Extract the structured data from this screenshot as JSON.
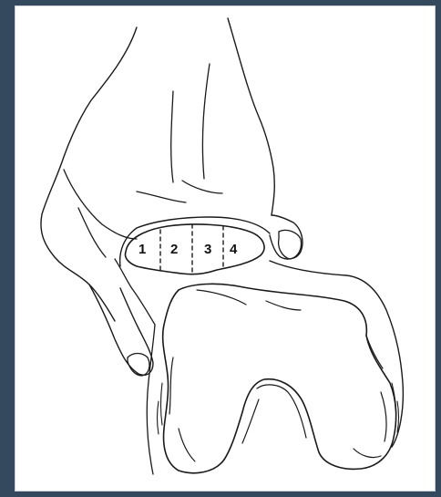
{
  "diagram": {
    "segments": [
      {
        "label": "1"
      },
      {
        "label": "2"
      },
      {
        "label": "3"
      },
      {
        "label": "4"
      }
    ]
  },
  "colors": {
    "frame": "#34495e",
    "sheet": "#ffffff",
    "ink": "#1a1a1a"
  }
}
